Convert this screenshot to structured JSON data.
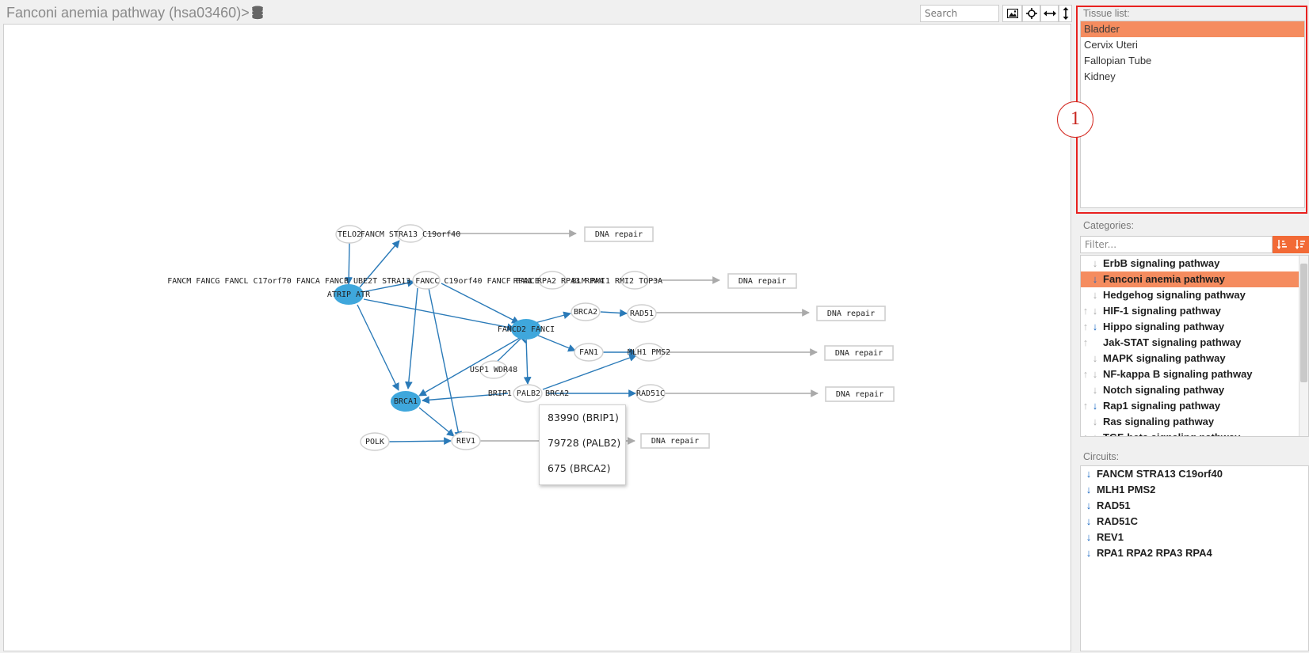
{
  "header": {
    "title": "Fanconi anemia pathway (hsa03460)",
    "title_suffix": ">",
    "search_placeholder": "Search",
    "db_icon": "database-icon",
    "toolbar_icons": [
      "image-icon",
      "crosshair-icon",
      "fit-width-icon",
      "fit-height-icon"
    ]
  },
  "graph": {
    "nodes": {
      "telo2": "TELO2",
      "fancm_strip": "FANCM STRA13 C19orf40",
      "big_complex": "FANCM FANCG FANCL C17orf70 FANCA FANCB UBE2T STRA13 FANCC C19orf40 FANCF FANCE",
      "rpa": "RPA1 RPA2 RPA3 RPA4",
      "rmi": "BLM RMI1 RMI2 TOP3A",
      "atrip": "ATRIP ATR",
      "fancd2": "FANCD2 FANCI",
      "brca2": "BRCA2",
      "rad51": "RAD51",
      "fan1": "FAN1",
      "mlh1": "MLH1 PMS2",
      "usp1": "USP1 WDR48",
      "brca1": "BRCA1",
      "brip_palb_brca2": "BRIP1 PALB2 BRCA2",
      "rad51c": "RAD51C",
      "polk": "POLK",
      "rev1": "REV1"
    },
    "outputs": {
      "o1": "DNA repair",
      "o2": "DNA repair",
      "o3": "DNA repair",
      "o4": "DNA repair",
      "o5": "DNA repair",
      "o6": "DNA repair"
    },
    "colors": {
      "active_node": "#3fa7dc",
      "edge": "#2a7ab8",
      "output_edge": "#aaaaaa",
      "node_border": "#cfcfcf"
    }
  },
  "tooltip": {
    "lines": [
      "83990 (BRIP1)",
      "79728 (PALB2)",
      "675 (BRCA2)"
    ]
  },
  "tissue": {
    "label": "Tissue list:",
    "items": [
      "Bladder",
      "Cervix Uteri",
      "Fallopian Tube",
      "Kidney"
    ],
    "selected": "Bladder",
    "callout": "1"
  },
  "categories": {
    "label": "Categories:",
    "filter_placeholder": "Filter...",
    "sort_icons": [
      "sort-ascending-icon",
      "sort-descending-icon"
    ],
    "items": [
      {
        "name": "ErbB signaling pathway",
        "up": false,
        "down": "grey"
      },
      {
        "name": "Fanconi anemia pathway",
        "up": false,
        "down": "blue",
        "selected": true
      },
      {
        "name": "Hedgehog signaling pathway",
        "up": false,
        "down": "grey"
      },
      {
        "name": "HIF-1 signaling pathway",
        "up": true,
        "down": "grey"
      },
      {
        "name": "Hippo signaling pathway",
        "up": true,
        "down": "blue"
      },
      {
        "name": "Jak-STAT signaling pathway",
        "up": true,
        "down": "none"
      },
      {
        "name": "MAPK signaling pathway",
        "up": false,
        "down": "grey"
      },
      {
        "name": "NF-kappa B signaling pathway",
        "up": true,
        "down": "grey"
      },
      {
        "name": "Notch signaling pathway",
        "up": false,
        "down": "grey"
      },
      {
        "name": "Rap1 signaling pathway",
        "up": true,
        "down": "blue"
      },
      {
        "name": "Ras signaling pathway",
        "up": false,
        "down": "grey"
      },
      {
        "name": "TGF-beta signaling pathway",
        "up": true,
        "down": "grey"
      }
    ]
  },
  "circuits": {
    "label": "Circuits:",
    "items": [
      "FANCM STRA13 C19orf40",
      "MLH1 PMS2",
      "RAD51",
      "RAD51C",
      "REV1",
      "RPA1 RPA2 RPA3 RPA4"
    ]
  }
}
